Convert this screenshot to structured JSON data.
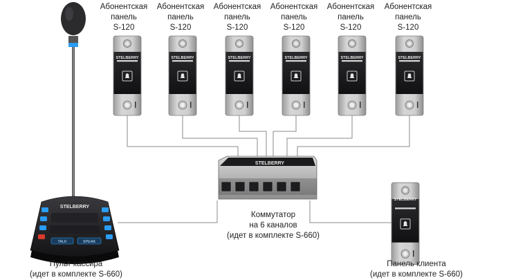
{
  "subscriber_panels": [
    {
      "line1": "Абонентская",
      "line2": "панель",
      "model": "S-120"
    },
    {
      "line1": "Абонентская",
      "line2": "панель",
      "model": "S-120"
    },
    {
      "line1": "Абонентская",
      "line2": "панель",
      "model": "S-120"
    },
    {
      "line1": "Абонентская",
      "line2": "панель",
      "model": "S-120"
    },
    {
      "line1": "Абонентская",
      "line2": "панель",
      "model": "S-120"
    },
    {
      "line1": "Абонентская",
      "line2": "панель",
      "model": "S-120"
    }
  ],
  "brand": "STELBERRY",
  "switch_label": {
    "line1": "Коммутатор",
    "line2": "на 6 каналов",
    "line3": "(идет в комплекте S-660)"
  },
  "console_label": {
    "line1": "Пульт кассира",
    "line2": "(идет в комплекте S-660)"
  },
  "client_panel_label": {
    "line1": "Панель клиента",
    "line2": "(идет в комплекте S-660)"
  },
  "console_buttons": {
    "talk": "TALK",
    "speak": "SPEAK"
  },
  "colors": {
    "wire": "#8a8a8a",
    "panel_body": "#b8b8b8",
    "panel_face": "#1b1b1d",
    "accent_blue": "#2a9df4",
    "accent_red": "#d93a2b"
  }
}
